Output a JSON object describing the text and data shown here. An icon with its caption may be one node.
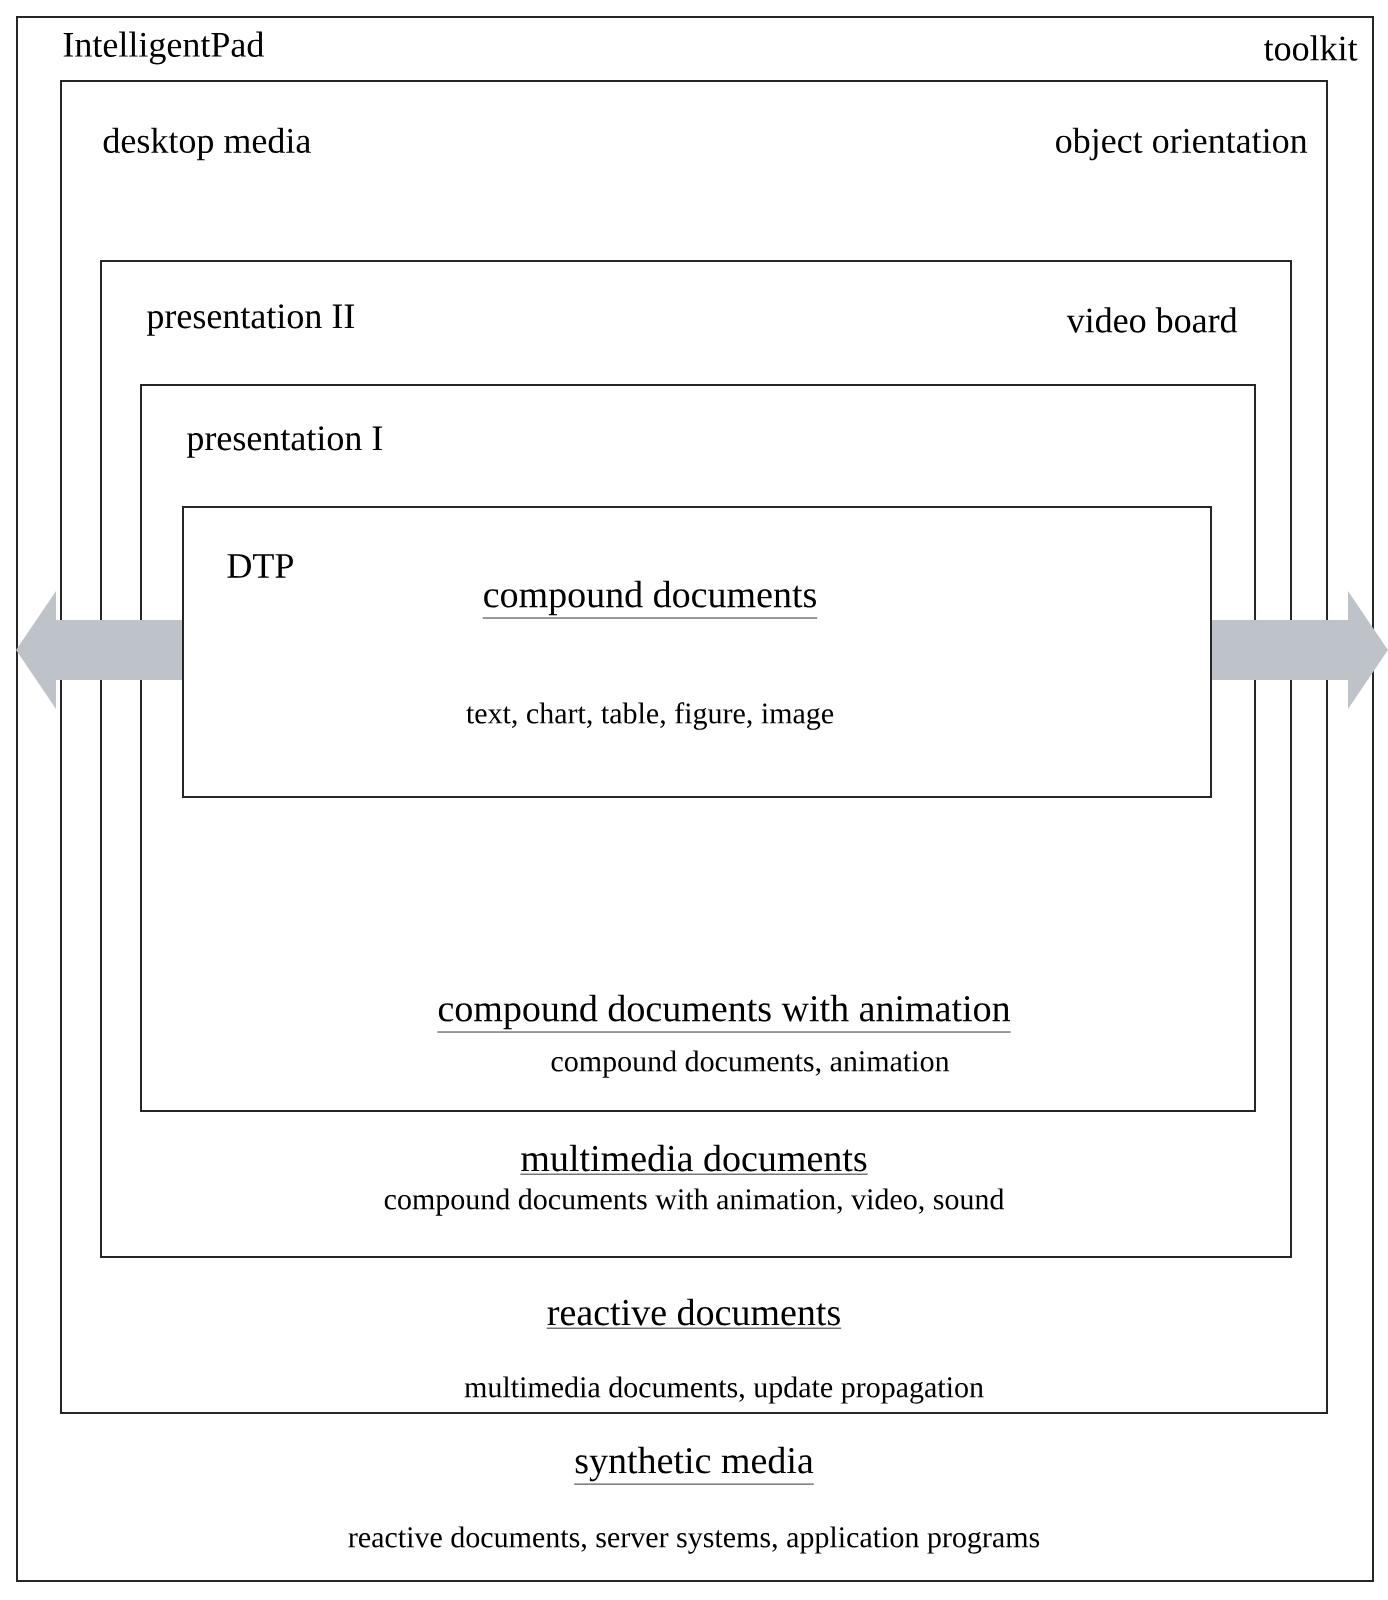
{
  "diagram": {
    "nodes": [
      {
        "text": [
          "IntelligentPad",
          "toolkit",
          "synthetic media",
          "reactive documents, server systems, application programs"
        ]
      },
      {
        "text": [
          "desktop media",
          "object orientation",
          "reactive documents",
          "multimedia documents, update propagation"
        ],
        "in": 0
      },
      {
        "text": [
          "presentation II",
          "video board",
          "multimedia documents",
          "compound documents with animation, video, sound"
        ],
        "in": 1
      },
      {
        "text": [
          "presentation I",
          "compound documents with animation",
          "compound documents, animation"
        ],
        "in": 2
      },
      {
        "text": [
          "DTP",
          "compound documents",
          "text, chart, table, figure, image"
        ],
        "in": 3
      }
    ],
    "edges": [
      {
        "from": 4,
        "to": null,
        "arrow": "to"
      },
      {
        "from": 4,
        "to": null,
        "arrow": "to"
      }
    ]
  }
}
